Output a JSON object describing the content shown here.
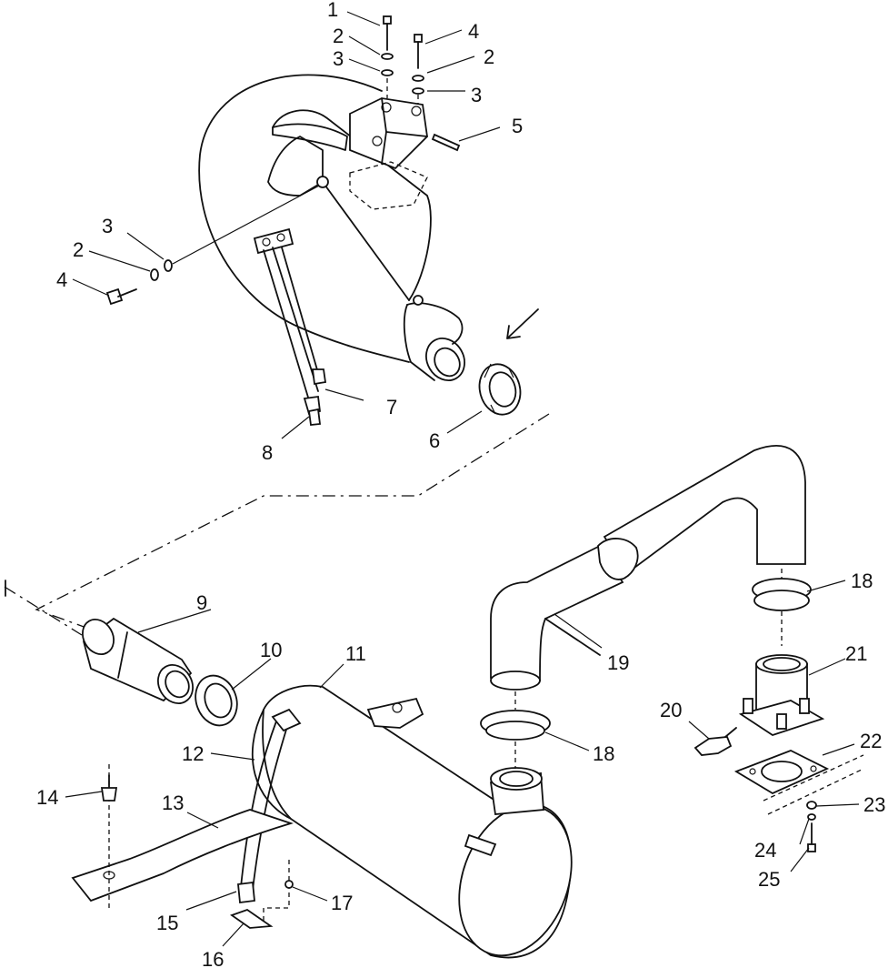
{
  "callouts": {
    "c1": "1",
    "c2a": "2",
    "c3a": "3",
    "c4a": "4",
    "c2b": "2",
    "c3b": "3",
    "c5": "5",
    "c3c": "3",
    "c2c": "2",
    "c4c": "4",
    "c7": "7",
    "c8": "8",
    "c6": "6",
    "c9": "9",
    "c10": "10",
    "c11": "11",
    "c12": "12",
    "c13": "13",
    "c14": "14",
    "c15": "15",
    "c16": "16",
    "c17": "17",
    "c18a": "18",
    "c18b": "18",
    "c19": "19",
    "c20": "20",
    "c21": "21",
    "c22": "22",
    "c23": "23",
    "c24": "24",
    "c25": "25"
  },
  "colors": {
    "line": "#111111",
    "background": "#ffffff"
  }
}
